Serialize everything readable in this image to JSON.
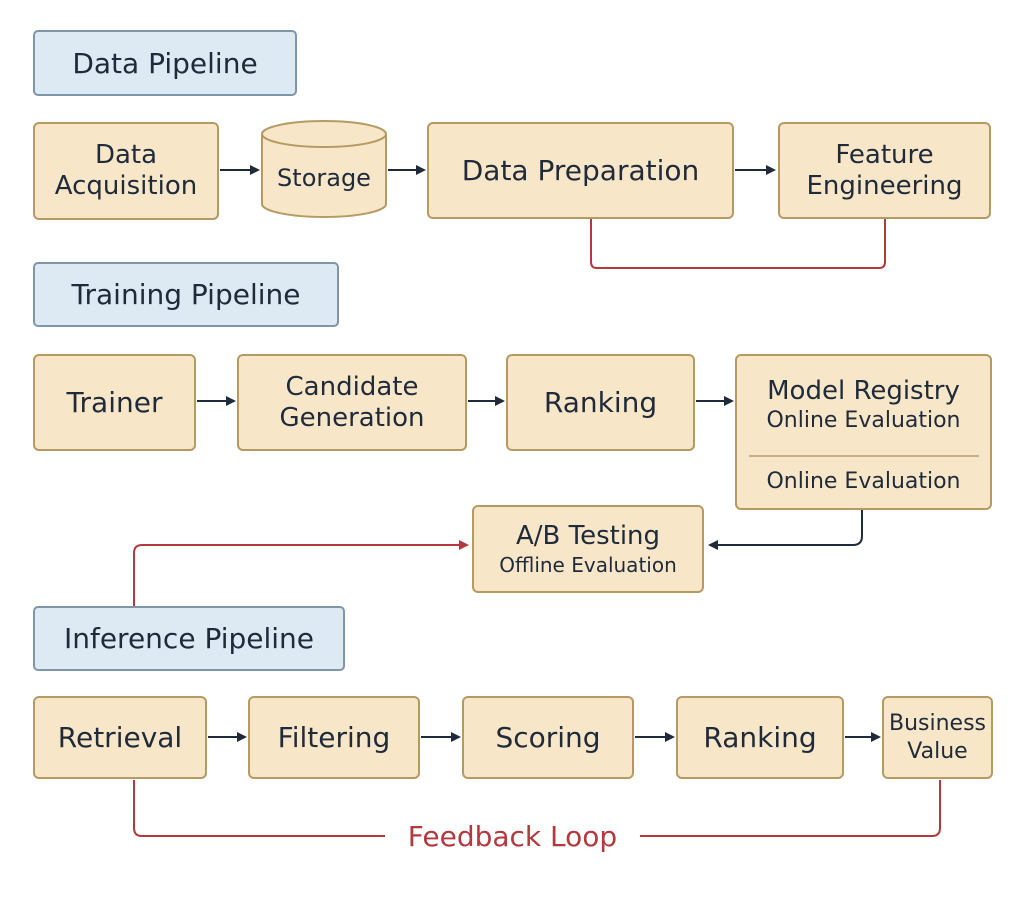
{
  "sections": {
    "data": "Data Pipeline",
    "training": "Training Pipeline",
    "inference": "Inference Pipeline"
  },
  "data_pipeline": {
    "acquisition": [
      "Data",
      "Acquisition"
    ],
    "storage": "Storage",
    "preparation": "Data Preparation",
    "feature": [
      "Feature",
      "Engineering"
    ]
  },
  "training_pipeline": {
    "trainer": "Trainer",
    "candidate": [
      "Candidate",
      "Generation"
    ],
    "ranking": "Ranking",
    "registry": {
      "title": "Model Registry",
      "sub": "Online Evaluation",
      "bottom": "Online Evaluation"
    },
    "ab": {
      "title": "A/B Testing",
      "sub": "Offline Evaluation"
    }
  },
  "inference_pipeline": {
    "retrieval": "Retrieval",
    "filtering": "Filtering",
    "scoring": "Scoring",
    "ranking": "Ranking",
    "business": [
      "Business",
      "Value"
    ]
  },
  "feedback_label": "Feedback Loop",
  "colors": {
    "header_fill": "#dde9f3",
    "box_fill": "#f7e7c8",
    "arrow": "#1f2a3a",
    "loop": "#b23a3f"
  }
}
